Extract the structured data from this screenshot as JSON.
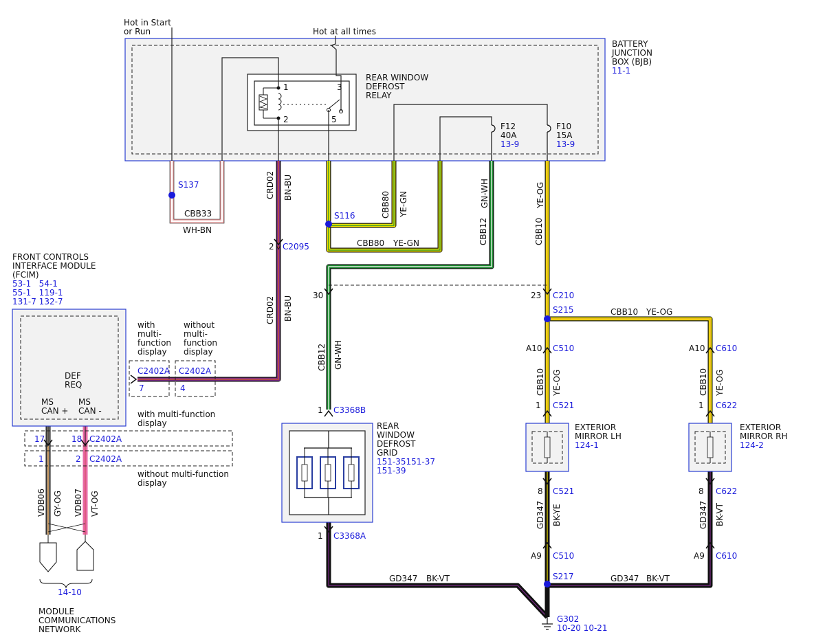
{
  "top": {
    "hot_start_l1": "Hot in Start",
    "hot_start_l2": "or Run",
    "hot_all": "Hot at all times"
  },
  "bjb": {
    "l1": "BATTERY",
    "l2": "JUNCTION",
    "l3": "BOX (BJB)",
    "ref": "11-1"
  },
  "relay": {
    "l1": "REAR WINDOW",
    "l2": "DEFROST",
    "l3": "RELAY",
    "p1": "1",
    "p2": "2",
    "p3": "3",
    "p5": "5"
  },
  "fuses": {
    "f12_name": "F12",
    "f12_amp": "40A",
    "f12_ref": "13-9",
    "f10_name": "F10",
    "f10_amp": "15A",
    "f10_ref": "13-9"
  },
  "splices": {
    "s137": "S137",
    "s116": "S116",
    "s215": "S215",
    "s217": "S217"
  },
  "circuits": {
    "cbb33": "CBB33",
    "wh_bn": "WH-BN",
    "crd02": "CRD02",
    "bn_bu": "BN-BU",
    "cbb80": "CBB80",
    "ye_gn": "YE-GN",
    "cbb12": "CBB12",
    "gn_wh": "GN-WH",
    "cbb10": "CBB10",
    "ye_og": "YE-OG",
    "gd347": "GD347",
    "bk_vt": "BK-VT",
    "bk_ye": "BK-YE",
    "vdb06": "VDB06",
    "gy_og": "GY-OG",
    "vdb07": "VDB07",
    "vt_og": "VT-OG"
  },
  "connectors": {
    "c2095_pin": "2",
    "c2095": "C2095",
    "c210_pin_a": "30",
    "c210_pin_b": "23",
    "c210": "C210",
    "c510_pin_a": "A10",
    "c510": "C510",
    "c610_pin_a": "A10",
    "c610": "C610",
    "c521_pin_1": "1",
    "c521": "C521",
    "c622_pin_1": "1",
    "c622": "C622",
    "c3368b_pin": "1",
    "c3368b": "C3368B",
    "c3368a_pin": "1",
    "c3368a": "C3368A",
    "c521_pin_8": "8",
    "c622_pin_8": "8",
    "c510_pin_9": "A9",
    "c610_pin_9": "A9",
    "c2402a": "C2402A",
    "c2402a_pin7": "7",
    "c2402a_pin4": "4",
    "c2402a_pin17": "17",
    "c2402a_pin18": "18",
    "c2402a_pin1": "1",
    "c2402a_pin2": "2"
  },
  "fcim": {
    "l1": "FRONT CONTROLS",
    "l2": "INTERFACE MODULE",
    "l3": "(FCIM)",
    "r1": "53-1   54-1",
    "r2": "55-1   119-1",
    "r3": "131-7 132-7",
    "def": "DEF",
    "req": "REQ",
    "ms1": "MS",
    "can1": "CAN +",
    "ms2": "MS",
    "can2": "CAN -"
  },
  "options": {
    "with_l1": "with",
    "with_l2": "multi-",
    "with_l3": "function",
    "with_l4": "display",
    "without_l1": "without",
    "without_l2": "multi-",
    "without_l3": "function",
    "without_l4": "display",
    "with_mfd_l1": "with multi-function",
    "with_mfd_l2": "display",
    "without_mfd_l1": "without multi-function",
    "without_mfd_l2": "display"
  },
  "grid": {
    "l1": "REAR",
    "l2": "WINDOW",
    "l3": "DEFROST",
    "l4": "GRID",
    "r1": "151-35151-37",
    "r2": "151-39"
  },
  "mirror_lh": {
    "l1": "EXTERIOR",
    "l2": "MIRROR LH",
    "ref": "124-1"
  },
  "mirror_rh": {
    "l1": "EXTERIOR",
    "l2": "MIRROR RH",
    "ref": "124-2"
  },
  "ground": {
    "name": "G302",
    "ref": "10-20 10-21"
  },
  "network": {
    "ref": "14-10",
    "l1": "MODULE",
    "l2": "COMMUNICATIONS",
    "l3": "NETWORK"
  },
  "colors": {
    "pink": "#e86aa6",
    "purple": "#7a2a86",
    "yellow": "#f2e300",
    "green": "#1a8a2e",
    "gray": "#8c8c8c",
    "orange": "#e89a3a",
    "black": "#111111",
    "blue": "#1a1adb"
  }
}
